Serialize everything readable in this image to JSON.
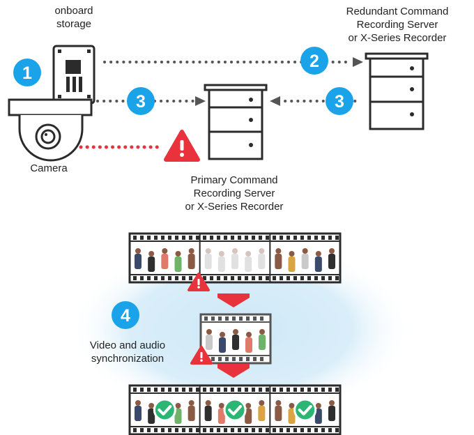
{
  "labels": {
    "onboard_storage_line1": "onboard",
    "onboard_storage_line2": "storage",
    "camera": "Camera",
    "redundant_line1": "Redundant Command",
    "redundant_line2": "Recording Server",
    "redundant_line3": "or X-Series Recorder",
    "primary_line1": "Primary Command",
    "primary_line2": "Recording Server",
    "primary_line3": "or X-Series Recorder",
    "sync_line1": "Video and audio",
    "sync_line2": "synchronization"
  },
  "steps": {
    "step1": "1",
    "step2": "2",
    "step3a": "3",
    "step3b": "3",
    "step4": "4"
  },
  "colors": {
    "step_badge": "#1aa3e8",
    "alert_red": "#e8333d",
    "dotted_gray": "#555555",
    "check_green": "#2bb673",
    "server_outline": "#2b2b2b",
    "glow": "#d6ecf8"
  },
  "icons": [
    "camera-icon",
    "sd-card-icon",
    "server-icon",
    "warning-icon",
    "check-icon",
    "down-arrow-icon",
    "film-strip-icon"
  ]
}
